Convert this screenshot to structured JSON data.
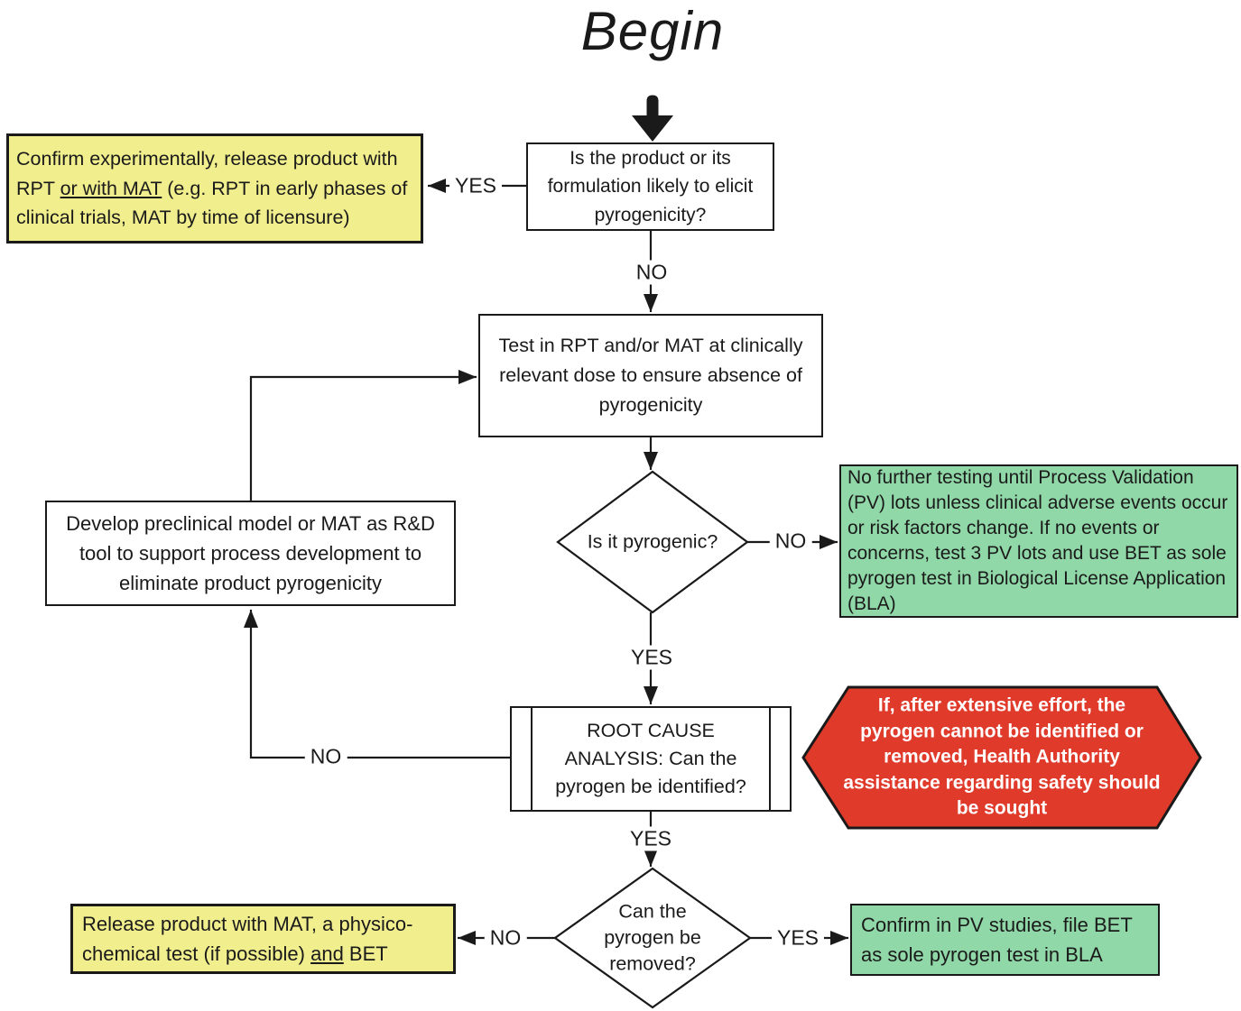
{
  "title": "Begin",
  "labels": {
    "yes": "YES",
    "no": "NO"
  },
  "colors": {
    "yellow": "#F1EE8E",
    "green": "#90D8A8",
    "red": "#E03A2B",
    "white": "#FFFFFF",
    "line": "#1A1A1A"
  },
  "nodes": {
    "q_pyrogenicity": {
      "text": "Is the product or its formulation likely to elicit pyrogenicity?"
    },
    "confirm_release": {
      "text_before": "Confirm experimentally, release product with RPT ",
      "text_underline": "or with MAT",
      "text_after": " (e.g. RPT in early phases of clinical trials, MAT by time of licensure)"
    },
    "test_rpt_mat": {
      "text": "Test in RPT and/or MAT at clinically relevant dose to ensure absence of pyrogenicity"
    },
    "q_pyrogenic": {
      "text": "Is it pyrogenic?"
    },
    "no_further_testing": {
      "text": "No further testing until Process Validation (PV) lots unless clinical adverse events occur or risk factors change. If no events or concerns, test 3 PV lots and use BET as sole pyrogen test in Biological License Application (BLA)"
    },
    "develop_model": {
      "text": "Develop preclinical model or MAT as R&D tool to support process development to eliminate product pyrogenicity"
    },
    "root_cause": {
      "text": "ROOT CAUSE ANALYSIS: Can the pyrogen be identified?"
    },
    "ha_assistance": {
      "text": "If, after extensive effort, the pyrogen cannot be identified or removed, Health Authority assistance regarding safety should be sought"
    },
    "q_removed": {
      "text": "Can the pyrogen be removed?"
    },
    "release_mat": {
      "text_before": "Release product with MAT, a physico-chemical test (if possible) ",
      "text_underline": "and",
      "text_after": " BET"
    },
    "confirm_pv": {
      "text": "Confirm in PV studies, file BET as sole pyrogen test in BLA"
    }
  },
  "edges": [
    {
      "from": "begin",
      "to": "q_pyrogenicity",
      "label": ""
    },
    {
      "from": "q_pyrogenicity",
      "to": "confirm_release",
      "label": "YES"
    },
    {
      "from": "q_pyrogenicity",
      "to": "test_rpt_mat",
      "label": "NO"
    },
    {
      "from": "test_rpt_mat",
      "to": "q_pyrogenic",
      "label": ""
    },
    {
      "from": "q_pyrogenic",
      "to": "no_further_testing",
      "label": "NO"
    },
    {
      "from": "q_pyrogenic",
      "to": "root_cause",
      "label": "YES"
    },
    {
      "from": "root_cause",
      "to": "develop_model",
      "label": "NO"
    },
    {
      "from": "develop_model",
      "to": "test_rpt_mat",
      "label": ""
    },
    {
      "from": "root_cause",
      "to": "q_removed",
      "label": "YES"
    },
    {
      "from": "q_removed",
      "to": "release_mat",
      "label": "NO"
    },
    {
      "from": "q_removed",
      "to": "confirm_pv",
      "label": "YES"
    }
  ]
}
